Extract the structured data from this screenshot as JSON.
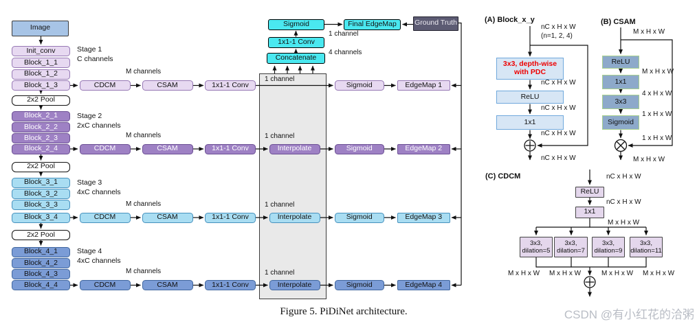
{
  "caption": "Figure 5. PiDiNet architecture.",
  "watermark": "CSDN @有小红花的洽粥",
  "colors": {
    "image": "#a7c4e6",
    "stage1": "#e7d9f1",
    "stage2": "#9e81c4",
    "stage3": "#a9ddf2",
    "stage4": "#7b9cd6",
    "cyan": "#4ae8f0",
    "ground_truth": "#5c5b73",
    "gray_panel": "#e9e9e9",
    "panel_a_box": "#d7e6f5",
    "panel_a_border": "#6fa8dc",
    "panel_b_box": "#8da9ca",
    "panel_b_border": "#a9d18e",
    "panel_c_box": "#e4d7ec",
    "pdc_text": "#ee0000"
  },
  "backbone": {
    "image": "Image",
    "init_conv": "Init_conv",
    "pool": "2x2 Pool",
    "stages": [
      {
        "name": "Stage 1",
        "channels": "C channels",
        "blocks": [
          "Block_1_1",
          "Block_1_2",
          "Block_1_3"
        ]
      },
      {
        "name": "Stage 2",
        "channels": "2xC channels",
        "blocks": [
          "Block_2_1",
          "Block_2_2",
          "Block_2_3",
          "Block_2_4"
        ]
      },
      {
        "name": "Stage 3",
        "channels": "4xC channels",
        "blocks": [
          "Block_3_1",
          "Block_3_2",
          "Block_3_3",
          "Block_3_4"
        ]
      },
      {
        "name": "Stage 4",
        "channels": "4xC channels",
        "blocks": [
          "Block_4_1",
          "Block_4_2",
          "Block_4_3",
          "Block_4_4"
        ]
      }
    ]
  },
  "labels": {
    "m_channels": "M channels",
    "one_channel": "1 channel",
    "four_channels": "4 channels"
  },
  "side": {
    "cdcm": "CDCM",
    "csam": "CSAM",
    "conv": "1x1-1 Conv",
    "interpolate": "Interpolate",
    "sigmoid": "Sigmoid"
  },
  "edgemaps": [
    "EdgeMap 1",
    "EdgeMap 2",
    "EdgeMap 3",
    "EdgeMap 4"
  ],
  "fusion": {
    "concatenate": "Concatenate",
    "conv": "1x1-1 Conv",
    "sigmoid": "Sigmoid",
    "final_edgemap": "Final EdgeMap",
    "ground_truth": "Ground Truth"
  },
  "panel_a": {
    "title": "(A) Block_x_y",
    "dim_in": "nC x H x W",
    "dim_note": "(n=1, 2, 4)",
    "pdc_l1": "3x3, depth-wise",
    "pdc_l2": "with PDC",
    "relu": "ReLU",
    "conv": "1x1",
    "dim_1": "nC x H x W",
    "dim_2": "nC x H x W",
    "dim_3": "nC x H x W",
    "dim_out": "nC x H x W"
  },
  "panel_b": {
    "title": "(B) CSAM",
    "dim_in": "M x H x W",
    "relu": "ReLU",
    "conv1": "1x1",
    "conv3": "3x3",
    "sigmoid": "Sigmoid",
    "dim_1": "M x H x W",
    "dim_2": "4 x H x W",
    "dim_3": "1 x H x W",
    "dim_4": "1 x H x W",
    "dim_out": "M x H x W"
  },
  "panel_c": {
    "title": "(C) CDCM",
    "dim_in": "nC x H x W",
    "relu": "ReLU",
    "dim_mid": "nC x H x W",
    "conv": "1x1",
    "dim_m": "M x H x W",
    "branches": [
      {
        "l1": "3x3,",
        "l2": "dilation=5"
      },
      {
        "l1": "3x3,",
        "l2": "dilation=7"
      },
      {
        "l1": "3x3,",
        "l2": "dilation=9"
      },
      {
        "l1": "3x3,",
        "l2": "dilation=11"
      }
    ],
    "dim_out": "M x H x W"
  }
}
